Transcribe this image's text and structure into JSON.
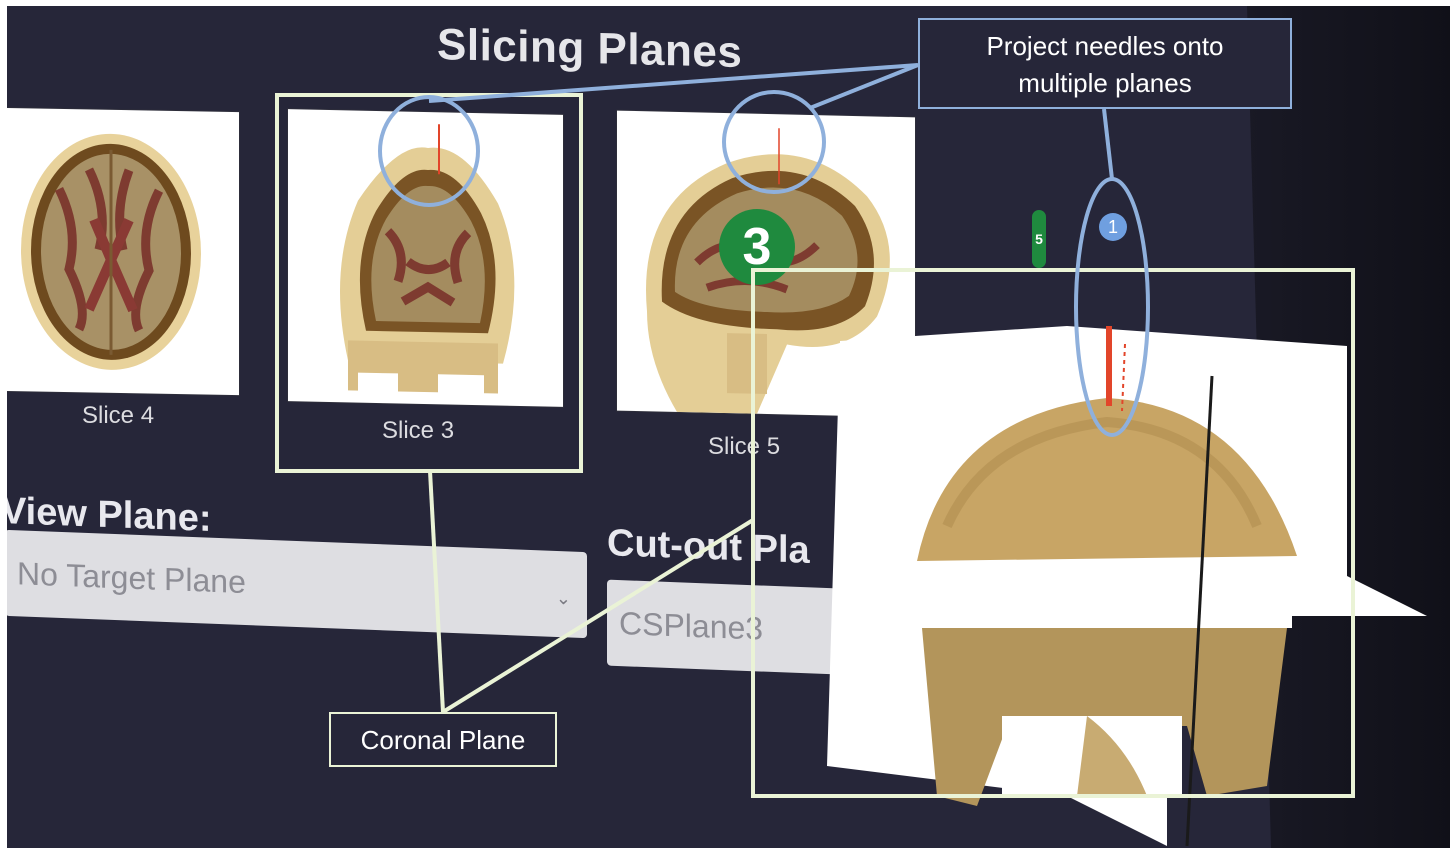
{
  "panel": {
    "title": "Slicing Planes"
  },
  "slices": [
    {
      "label": "Slice 4",
      "view": "axial"
    },
    {
      "label": "Slice 3",
      "view": "coronal"
    },
    {
      "label": "Slice 5",
      "view": "sagittal"
    }
  ],
  "view_plane": {
    "label": "View Plane:",
    "selected": "No Target Plane"
  },
  "cutout_plane": {
    "label": "Cut-out Pla",
    "selected": "CSPlane3"
  },
  "markers": {
    "slice5_marker": "3",
    "needle_1": "1",
    "needle_5": "5"
  },
  "callouts": {
    "project": [
      "Project needles onto",
      "multiple planes"
    ],
    "coronal": "Coronal Plane"
  },
  "colors": {
    "scene_bg": "#262639",
    "highlight_green": "#eaf3d6",
    "highlight_blue": "#8fb0dc",
    "marker_green": "#1f8a3e",
    "marker_blue": "#6f9fe0",
    "needle_red": "#e2452a"
  }
}
